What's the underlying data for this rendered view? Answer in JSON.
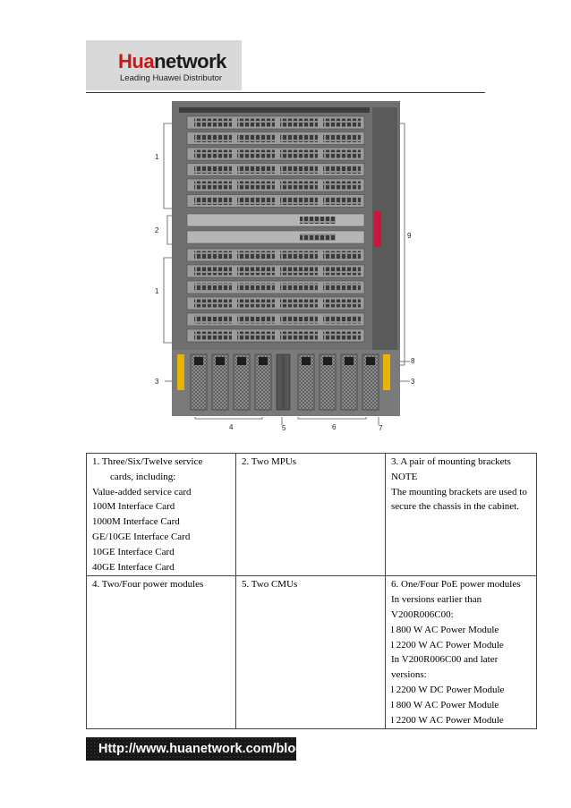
{
  "header": {
    "logo_brand_a": "Hua",
    "logo_brand_b": "network",
    "logo_tagline": "Leading Huawei Distributor"
  },
  "figure": {
    "chassis_label": "Huawei device front panel",
    "callouts": [
      "1",
      "2",
      "1",
      "3",
      "9",
      "8",
      "3",
      "4",
      "5",
      "6",
      "7"
    ]
  },
  "table": {
    "rows": [
      [
        {
          "lines": [
            "1.   Three/Six/Twelve        service",
            "cards, including:",
            "Value-added service card",
            "100M Interface Card",
            "1000M Interface Card",
            "GE/10GE Interface Card",
            "10GE Interface Card",
            "40GE Interface Card"
          ]
        },
        {
          "lines": [
            "2. Two MPUs"
          ]
        },
        {
          "lines": [
            "3. A pair of mounting brackets",
            "NOTE",
            "The mounting brackets are used to",
            "secure the chassis in the cabinet."
          ]
        }
      ],
      [
        {
          "lines": [
            "4. Two/Four power modules"
          ]
        },
        {
          "lines": [
            "5. Two CMUs"
          ]
        },
        {
          "lines": [
            "6. One/Four PoE power modules",
            "In versions earlier than",
            "V200R006C00:",
            "l 800 W AC Power Module",
            "l 2200 W AC Power Module",
            "In V200R006C00 and later",
            "versions:",
            "l 2200 W DC Power Module",
            "l 800 W AC Power Module",
            "l 2200 W AC Power Module"
          ]
        }
      ]
    ]
  },
  "footer": {
    "url_text": "Http://www.huanetwork.com/blog"
  },
  "colors": {
    "brand_red": "#c8191a",
    "chassis_gray": "#7d7d7d",
    "bracket_accent": "#c8173a",
    "psu_yellow": "#e8b400"
  }
}
